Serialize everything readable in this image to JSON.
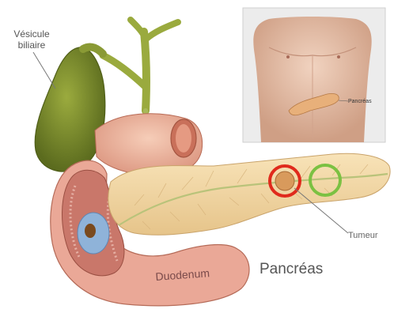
{
  "labels": {
    "gallbladder_line1": "Vésicule",
    "gallbladder_line2": "biliaire",
    "duodenum": "Duodenum",
    "pancreas": "Pancréas",
    "tumor": "Tumeur",
    "inset_pancreas": "Pancréas"
  },
  "markers": {
    "tumor_circle_color": "#e02a1c",
    "healthy_circle_color": "#7bc142"
  },
  "colors": {
    "gallbladder": "#7a8a2e",
    "stomach": "#f0b9a0",
    "pancreas": "#f3d7a3",
    "duodenum": "#e9a898",
    "bile_duct": "#9aaa3e",
    "skin": "#e8c4ae"
  }
}
